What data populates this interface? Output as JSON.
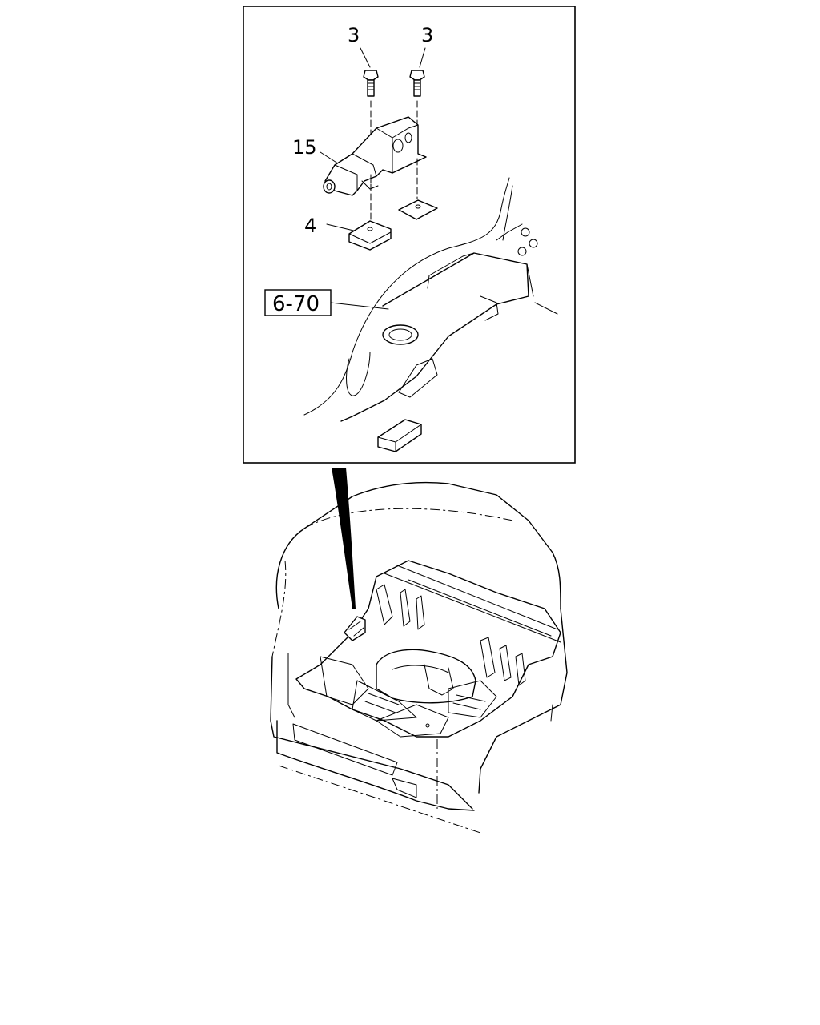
{
  "diagram": {
    "callouts": {
      "bolt_a": "3",
      "bolt_b": "3",
      "hinge": "15",
      "bracket": "4"
    },
    "reference": "6-70"
  }
}
